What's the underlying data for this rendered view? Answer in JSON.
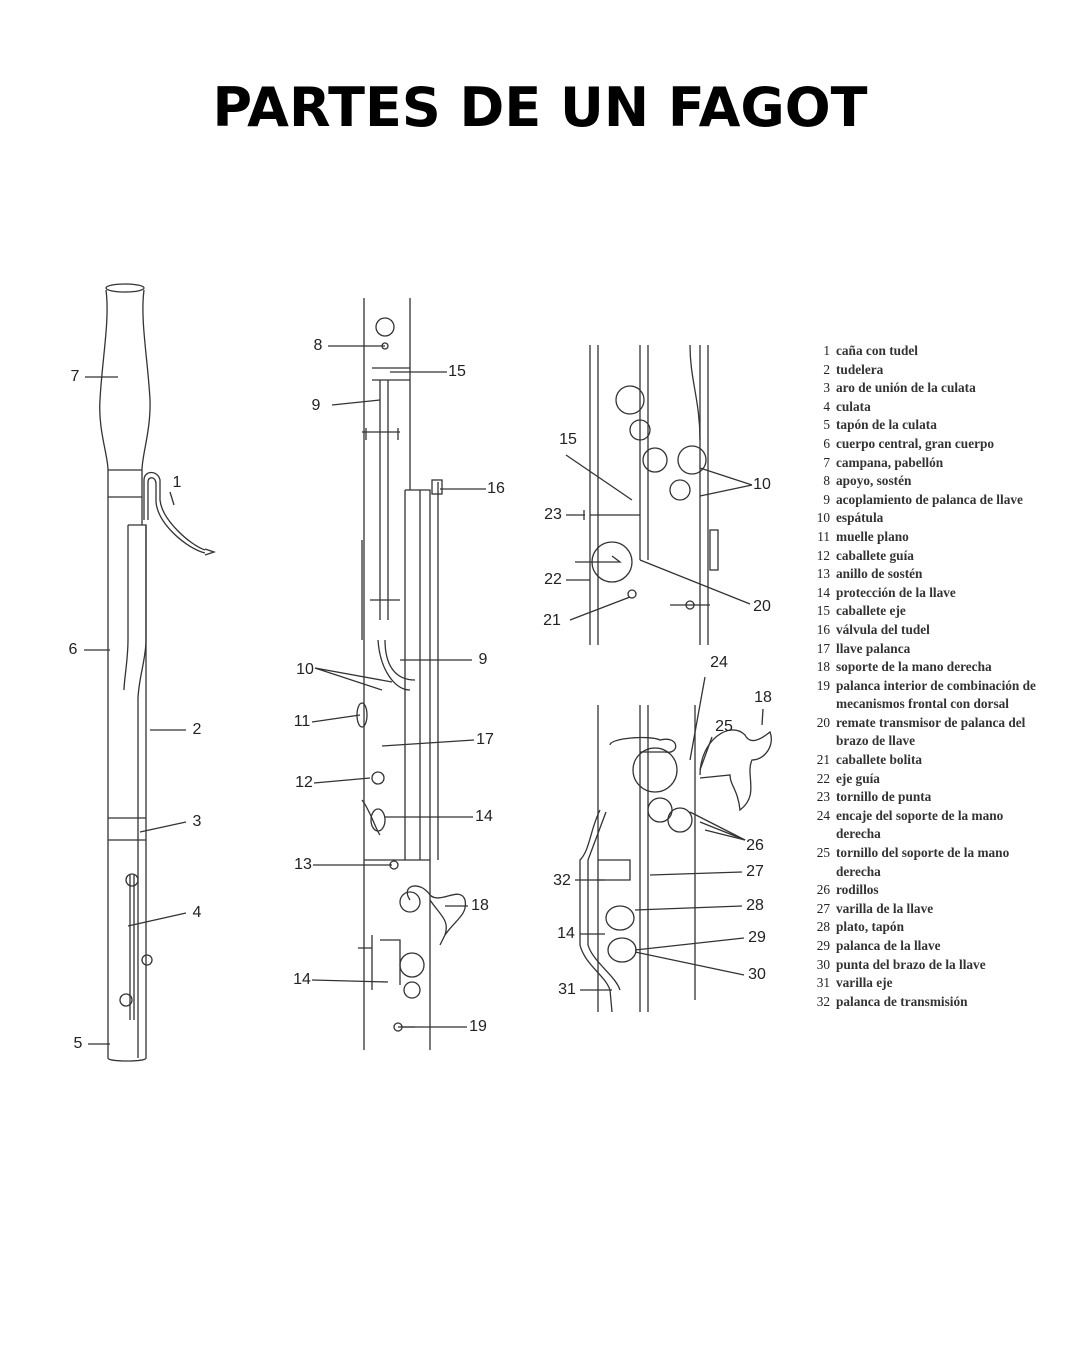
{
  "title": "PARTES DE UN FAGOT",
  "callouts": {
    "full_view": [
      "7",
      "1",
      "6",
      "2",
      "3",
      "4",
      "5"
    ],
    "mid_view": [
      "8",
      "15",
      "9",
      "16",
      "10",
      "9",
      "11",
      "17",
      "12",
      "14",
      "13",
      "18",
      "14",
      "19"
    ],
    "inset_top": [
      "15",
      "10",
      "23",
      "22",
      "20",
      "21"
    ],
    "inset_bottom": [
      "24",
      "18",
      "25",
      "26",
      "32",
      "27",
      "14",
      "28",
      "29",
      "30",
      "31"
    ]
  },
  "legend": [
    {
      "n": "1",
      "t": "caña con tudel"
    },
    {
      "n": "2",
      "t": "tudelera"
    },
    {
      "n": "3",
      "t": "aro de unión de la culata"
    },
    {
      "n": "4",
      "t": "culata"
    },
    {
      "n": "5",
      "t": "tapón de la culata"
    },
    {
      "n": "6",
      "t": "cuerpo central, gran cuerpo"
    },
    {
      "n": "7",
      "t": "campana, pabellón"
    },
    {
      "n": "8",
      "t": "apoyo, sostén"
    },
    {
      "n": "9",
      "t": "acoplamiento de palanca de llave"
    },
    {
      "n": "10",
      "t": "espátula"
    },
    {
      "n": "11",
      "t": "muelle plano"
    },
    {
      "n": "12",
      "t": "caballete guía"
    },
    {
      "n": "13",
      "t": "anillo de sostén"
    },
    {
      "n": "14",
      "t": "protección de la llave"
    },
    {
      "n": "15",
      "t": "caballete eje"
    },
    {
      "n": "16",
      "t": "válvula del tudel"
    },
    {
      "n": "17",
      "t": "llave palanca"
    },
    {
      "n": "18",
      "t": "soporte de la mano derecha"
    },
    {
      "n": "19",
      "t": "palanca interior de combinación de mecanismos frontal con dorsal"
    },
    {
      "n": "20",
      "t": "remate transmisor de palanca del brazo de llave"
    },
    {
      "n": "21",
      "t": "caballete bolita"
    },
    {
      "n": "22",
      "t": "eje guía"
    },
    {
      "n": "23",
      "t": "tornillo de punta"
    },
    {
      "n": "24",
      "t": "encaje del soporte de la mano derecha"
    },
    {
      "n": "25",
      "t": "tornillo del soporte de la mano derecha"
    },
    {
      "n": "26",
      "t": "rodillos"
    },
    {
      "n": "27",
      "t": "varilla de la llave"
    },
    {
      "n": "28",
      "t": "plato, tapón"
    },
    {
      "n": "29",
      "t": "palanca de la llave"
    },
    {
      "n": "30",
      "t": "punta del brazo de la llave"
    },
    {
      "n": "31",
      "t": "varilla eje"
    },
    {
      "n": "32",
      "t": "palanca de transmisión"
    }
  ]
}
